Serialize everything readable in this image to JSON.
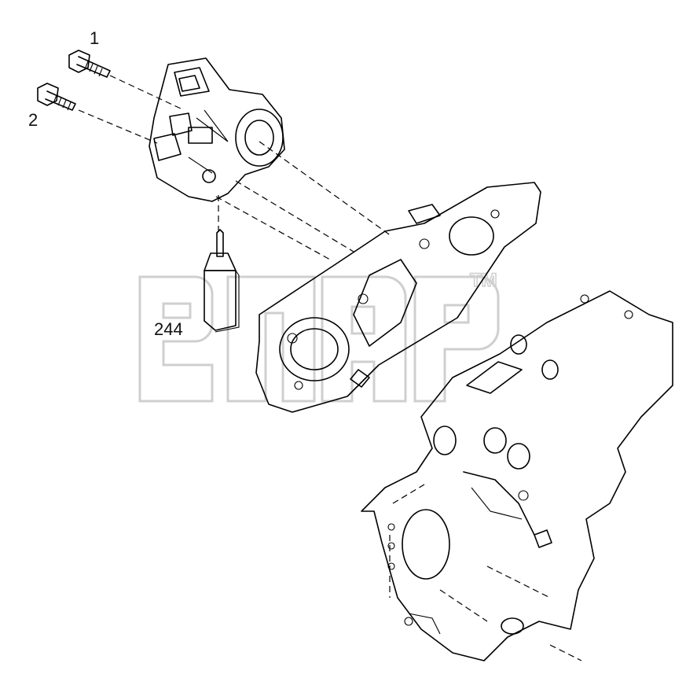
{
  "callouts": [
    {
      "id": "bolt-1",
      "label": "1"
    },
    {
      "id": "bolt-2",
      "label": "2"
    },
    {
      "id": "sealant",
      "label": "244"
    }
  ],
  "watermark": {
    "trademark": "TM"
  },
  "colors": {
    "line": "#000000",
    "watermark": "#cfcfcf",
    "background": "#ffffff"
  }
}
